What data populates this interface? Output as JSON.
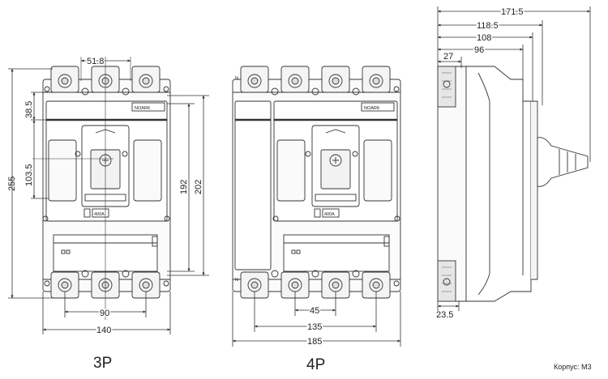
{
  "drawing": {
    "view_3p": {
      "caption": "3P",
      "brand": "NOARK",
      "rating": "400A",
      "width_overall": "140",
      "pole_pitch_outer": "90",
      "top_pitch": "51.8",
      "height_overall": "255",
      "top_offset": "38.5",
      "centre_offset": "103.5",
      "height_192": "192",
      "height_202": "202"
    },
    "view_4p": {
      "caption": "4P",
      "brand": "NOARK",
      "rating": "400A",
      "neutral_mark": "N",
      "width_overall": "185",
      "pitch_135": "135",
      "pitch_45": "45"
    },
    "view_side": {
      "depth_overall": "171.5",
      "depth_118": "118.5",
      "depth_108": "108",
      "depth_96": "96",
      "depth_27": "27",
      "depth_235": "23.5"
    },
    "footnote": "Корпус: M3"
  }
}
